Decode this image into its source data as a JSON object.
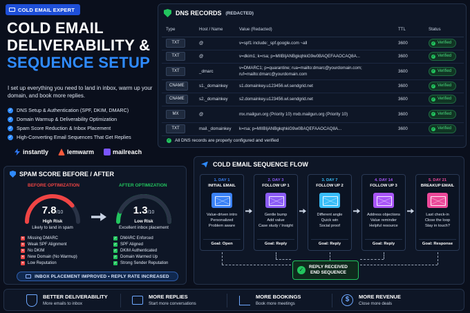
{
  "hero": {
    "badge": "COLD EMAIL EXPERT",
    "title_l1": "COLD EMAIL",
    "title_l2": "DELIVERABILITY &",
    "title_l3": "SEQUENCE SETUP",
    "subtitle": "I set up everything you need to land in inbox, warm up your domain, and book more replies.",
    "bullets": [
      "DNS Setup & Authentication (SPF, DKIM, DMARC)",
      "Domain Warmup & Deliverability Optimization",
      "Spam Score Reduction & Inbox Placement",
      "High-Converting Email Sequences That Get Replies"
    ],
    "brands": [
      "instantly",
      "lemwarm",
      "mailreach"
    ]
  },
  "dns": {
    "title": "DNS RECORDS",
    "title_sub": "(REDACTED)",
    "columns": [
      "Type",
      "Host / Name",
      "Value (Redacted)",
      "TTL",
      "Status"
    ],
    "rows": [
      {
        "type": "TXT",
        "host": "@",
        "value": "v=spf1 include:_spf.google.com ~all",
        "ttl": "3600",
        "status": "Verified"
      },
      {
        "type": "TXT",
        "host": "@",
        "value": "v=dkim1; k=rsa; p=MIIBIjANBgkqhkiG9w0BAQEFAAOCAQ8A...",
        "ttl": "3600",
        "status": "Verified"
      },
      {
        "type": "TXT",
        "host": "_dmarc",
        "value": "v=DMARC1; p=quarantine; rua=mailto:dmarc@yourdomain.com; ruf=mailto:dmarc@yourdomain.com",
        "ttl": "3600",
        "status": "Verified"
      },
      {
        "type": "CNAME",
        "host": "s1._domainkey",
        "value": "s1.domainkey.u123456.wl.sendgrid.net",
        "ttl": "3600",
        "status": "Verified"
      },
      {
        "type": "CNAME",
        "host": "s2._domainkey",
        "value": "s2.domainkey.u123456.wl.sendgrid.net",
        "ttl": "3600",
        "status": "Verified"
      },
      {
        "type": "MX",
        "host": "@",
        "value": "mx.mailgun.org (Priority 10) mxb.mailgun.org (Priority 10)",
        "ttl": "3600",
        "status": "Verified"
      },
      {
        "type": "TXT",
        "host": "mail._domainkey",
        "value": "k=rsa; p=MIIBIjANBgkqhkiG9w0BAQEFAAOCAQ8A...",
        "ttl": "3600",
        "status": "Verified"
      }
    ],
    "footer": "All DNS records are properly configured and verified"
  },
  "spam": {
    "title": "SPAM SCORE BEFORE / AFTER",
    "before": {
      "label": "BEFORE OPTIMIZATION",
      "score": "7.8",
      "outof": "/10",
      "level": 0.78,
      "risk": "High Risk",
      "caption": "Likely to land in spam",
      "issues": [
        "Missing DMARC",
        "Weak SPF Alignment",
        "No DKIM",
        "New Domain (No Warmup)",
        "Low Reputation"
      ]
    },
    "after": {
      "label": "AFTER OPTIMIZATION",
      "score": "1.3",
      "outof": "/10",
      "level": 0.13,
      "risk": "Low Risk",
      "caption": "Excellent inbox placement",
      "wins": [
        "DMARC Enforced",
        "SPF Aligned",
        "DKIM Authenticated",
        "Domain Warmed Up",
        "Strong Sender Reputation"
      ]
    },
    "banner": "INBOX PLACEMENT IMPROVED • REPLY RATE INCREASED"
  },
  "sequence": {
    "title": "COLD EMAIL SEQUENCE FLOW",
    "steps": [
      {
        "num": "1. DAY 1",
        "label": "INITIAL EMAIL",
        "color": "#3b82f6",
        "lines": [
          "Value-driven intro",
          "Personalized",
          "Problem aware"
        ],
        "goal": "Goal: Open"
      },
      {
        "num": "2. DAY 3",
        "label": "FOLLOW UP 1",
        "color": "#8b5cf6",
        "lines": [
          "Gentle bump",
          "Add value",
          "Case study / Insight"
        ],
        "goal": "Goal: Reply"
      },
      {
        "num": "3. DAY 7",
        "label": "FOLLOW UP 2",
        "color": "#38bdf8",
        "lines": [
          "Different angle",
          "Quick win",
          "Social proof"
        ],
        "goal": "Goal: Reply"
      },
      {
        "num": "4. DAY 14",
        "label": "FOLLOW UP 3",
        "color": "#a855f7",
        "lines": [
          "Address objections",
          "Value reminder",
          "Helpful resource"
        ],
        "goal": "Goal: Reply"
      },
      {
        "num": "5. DAY 21",
        "label": "BREAKUP EMAIL",
        "color": "#ec4899",
        "lines": [
          "Last check-in",
          "Close the loop",
          "Stay in touch?"
        ],
        "goal": "Goal: Response"
      }
    ],
    "reply_l1": "REPLY RECEIVED",
    "reply_l2": "END SEQUENCE"
  },
  "bottom": [
    {
      "title": "BETTER DELIVERABILITY",
      "desc": "More emails to inbox",
      "icon": "shield-icon"
    },
    {
      "title": "MORE REPLIES",
      "desc": "Start more conversations",
      "icon": "inbox-icon"
    },
    {
      "title": "MORE BOOKINGS",
      "desc": "Book more meetings",
      "icon": "chart-icon"
    },
    {
      "title": "MORE REVENUE",
      "desc": "Close more deals",
      "icon": "dollar-icon"
    }
  ]
}
